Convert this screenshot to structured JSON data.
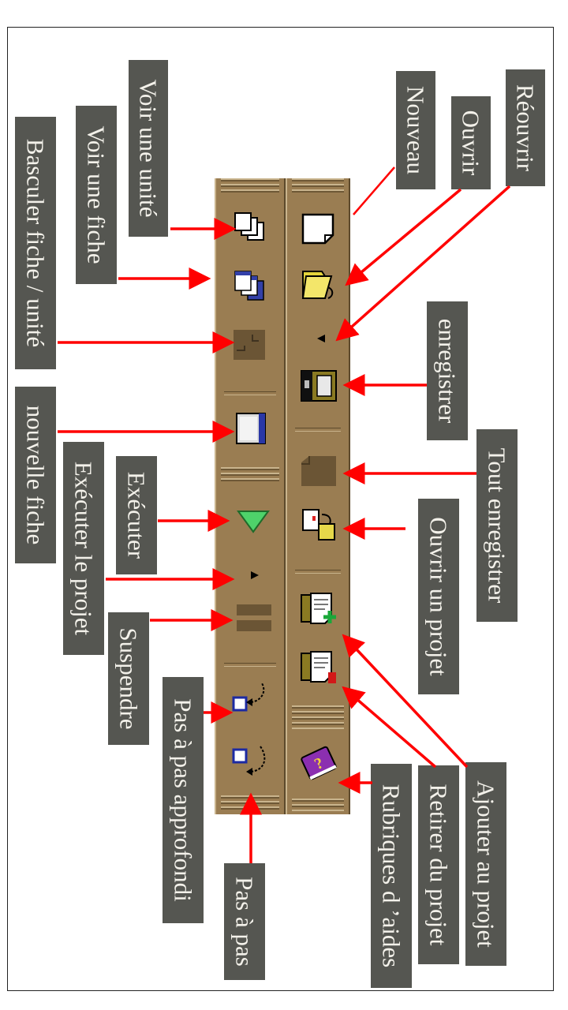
{
  "labels": {
    "voir_unite": "Voir une unité",
    "voir_fiche": "Voir une fiche",
    "basculer": "Basculer fiche / unité",
    "nouvelle_fiche": "nouvelle fiche",
    "executer": "Exécuter",
    "executer_projet": "Exécuter le projet",
    "suspendre": "Suspendre",
    "pas_approfondi": "Pas à pas approfondi",
    "pas_a_pas": "Pas à pas",
    "nouveau": "Nouveau",
    "ouvrir": "Ouvrir",
    "reouvrir": "Réouvrir",
    "enregistrer": "enregistrer",
    "tout_enregistrer": "Tout enregistrer",
    "ouvrir_projet": "Ouvrir un projet",
    "ajouter_projet": "Ajouter au projet",
    "retirer_projet": "Retirer du projet",
    "rubriques_aides": "Rubriques d ’aides"
  },
  "colors": {
    "label_bg": "#555651",
    "label_text": "#f3f1ea",
    "toolbar": "#9a7d52",
    "arrow": "#ff0000"
  },
  "icons": [
    "view-unit-icon",
    "view-form-icon",
    "toggle-form-unit-icon",
    "new-form-icon",
    "run-icon",
    "run-dropdown-icon",
    "pause-icon",
    "trace-into-icon",
    "step-over-icon",
    "new-icon",
    "open-icon",
    "reopen-dropdown-icon",
    "save-icon",
    "save-all-icon",
    "open-project-icon",
    "add-to-project-icon",
    "remove-from-project-icon",
    "help-topics-icon"
  ]
}
